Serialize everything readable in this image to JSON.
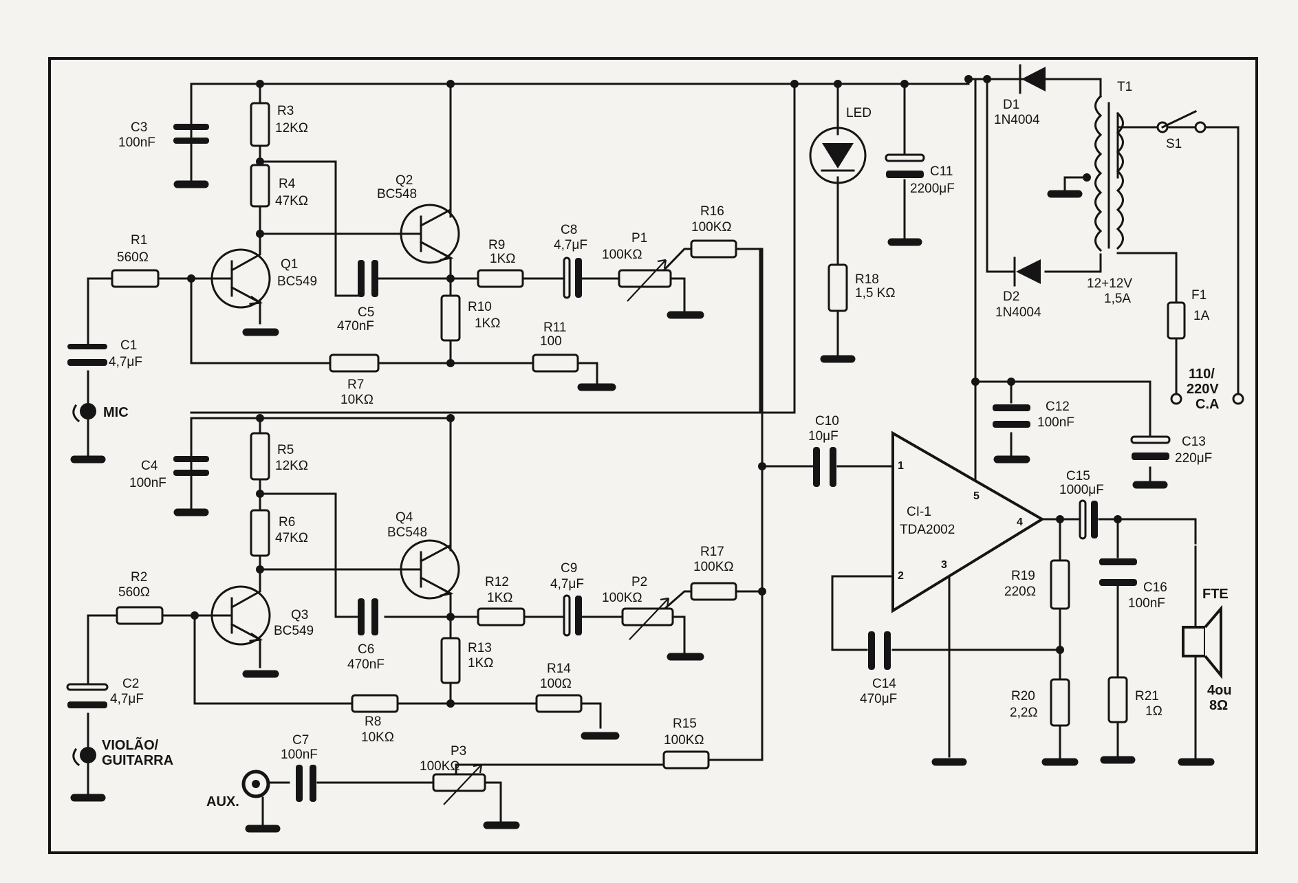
{
  "components": {
    "R1": {
      "ref": "R1",
      "value": "560Ω"
    },
    "R2": {
      "ref": "R2",
      "value": "560Ω"
    },
    "R3": {
      "ref": "R3",
      "value": "12KΩ"
    },
    "R4": {
      "ref": "R4",
      "value": "47KΩ"
    },
    "R5": {
      "ref": "R5",
      "value": "12KΩ"
    },
    "R6": {
      "ref": "R6",
      "value": "47KΩ"
    },
    "R7": {
      "ref": "R7",
      "value": "10KΩ"
    },
    "R8": {
      "ref": "R8",
      "value": "10KΩ"
    },
    "R9": {
      "ref": "R9",
      "value": "1KΩ"
    },
    "R10": {
      "ref": "R10",
      "value": "1KΩ"
    },
    "R11": {
      "ref": "R11",
      "value": "100"
    },
    "R12": {
      "ref": "R12",
      "value": "1KΩ"
    },
    "R13": {
      "ref": "R13",
      "value": "1KΩ"
    },
    "R14": {
      "ref": "R14",
      "value": "100Ω"
    },
    "R15": {
      "ref": "R15",
      "value": "100KΩ"
    },
    "R16": {
      "ref": "R16",
      "value": "100KΩ"
    },
    "R17": {
      "ref": "R17",
      "value": "100KΩ"
    },
    "R18": {
      "ref": "R18",
      "value": "1,5 KΩ"
    },
    "R19": {
      "ref": "R19",
      "value": "220Ω"
    },
    "R20": {
      "ref": "R20",
      "value": "2,2Ω"
    },
    "R21": {
      "ref": "R21",
      "value": "1Ω"
    },
    "C1": {
      "ref": "C1",
      "value": "4,7μF"
    },
    "C2": {
      "ref": "C2",
      "value": "4,7μF"
    },
    "C3": {
      "ref": "C3",
      "value": "100nF"
    },
    "C4": {
      "ref": "C4",
      "value": "100nF"
    },
    "C5": {
      "ref": "C5",
      "value": "470nF"
    },
    "C6": {
      "ref": "C6",
      "value": "470nF"
    },
    "C7": {
      "ref": "C7",
      "value": "100nF"
    },
    "C8": {
      "ref": "C8",
      "value": "4,7μF"
    },
    "C9": {
      "ref": "C9",
      "value": "4,7μF"
    },
    "C10": {
      "ref": "C10",
      "value": "10μF"
    },
    "C11": {
      "ref": "C11",
      "value": "2200μF"
    },
    "C12": {
      "ref": "C12",
      "value": "100nF"
    },
    "C13": {
      "ref": "C13",
      "value": "220μF"
    },
    "C14": {
      "ref": "C14",
      "value": "470μF"
    },
    "C15": {
      "ref": "C15",
      "value": "1000μF"
    },
    "C16": {
      "ref": "C16",
      "value": "100nF"
    },
    "P1": {
      "ref": "P1",
      "value": "100KΩ"
    },
    "P2": {
      "ref": "P2",
      "value": "100KΩ"
    },
    "P3": {
      "ref": "P3",
      "value": "100KΩ"
    },
    "Q1": {
      "ref": "Q1",
      "value": "BC549"
    },
    "Q2": {
      "ref": "Q2",
      "value": "BC548"
    },
    "Q3": {
      "ref": "Q3",
      "value": "BC549"
    },
    "Q4": {
      "ref": "Q4",
      "value": "BC548"
    },
    "D1": {
      "ref": "D1",
      "value": "1N4004"
    },
    "D2": {
      "ref": "D2",
      "value": "1N4004"
    },
    "T1": {
      "ref": "T1",
      "value": "12+12V",
      "value2": "1,5A"
    },
    "F1": {
      "ref": "F1",
      "value": "1A"
    },
    "S1": {
      "ref": "S1"
    },
    "IC": {
      "ref": "CI-1",
      "value": "TDA2002",
      "pins": [
        "1",
        "2",
        "3",
        "4",
        "5"
      ]
    }
  },
  "labels": {
    "led": "LED",
    "mic": "MIC",
    "guitar_line1": "VIOLÃO/",
    "guitar_line2": "GUITARRA",
    "aux": "AUX.",
    "mains_line1": "110/",
    "mains_line2": "220V",
    "mains_line3": "C.A",
    "speaker_ref": "FTE",
    "speaker_line1": "4ou",
    "speaker_line2": "8Ω"
  }
}
